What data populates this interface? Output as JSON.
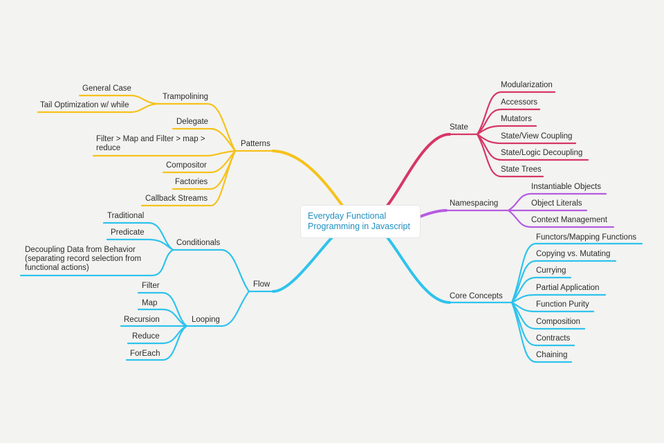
{
  "center": {
    "line1": "Everyday Functional",
    "line2": "Programming in Javascript"
  },
  "colors": {
    "patterns": "#f5c21b",
    "state": "#d63766",
    "namespacing": "#b55ce0",
    "core": "#2ec3ec",
    "flow": "#2ec3ec"
  },
  "branches": {
    "patterns": {
      "label": "Patterns",
      "trampolining": {
        "label": "Trampolining",
        "children": [
          "General Case",
          "Tail Optimization w/ while"
        ]
      },
      "children": [
        "Delegate",
        "Filter > Map and Filter > map > reduce",
        "Compositor",
        "Factories",
        "Callback Streams"
      ]
    },
    "flow": {
      "label": "Flow",
      "conditionals": {
        "label": "Conditionals",
        "children": [
          "Traditional",
          "Predicate",
          "Decoupling Data from Behavior (separating record selection from functional actions)"
        ]
      },
      "looping": {
        "label": "Looping",
        "children": [
          "Filter",
          "Map",
          "Recursion",
          "Reduce",
          "ForEach"
        ]
      }
    },
    "state": {
      "label": "State",
      "children": [
        "Modularization",
        "Accessors",
        "Mutators",
        "State/View Coupling",
        "State/Logic Decoupling",
        "State Trees"
      ]
    },
    "namespacing": {
      "label": "Namespacing",
      "children": [
        "Instantiable Objects",
        "Object Literals",
        "Context Management"
      ]
    },
    "core": {
      "label": "Core Concepts",
      "children": [
        "Functors/Mapping Functions",
        "Copying vs. Mutating",
        "Currying",
        "Partial Application",
        "Function Purity",
        "Composition",
        "Contracts",
        "Chaining"
      ]
    }
  }
}
